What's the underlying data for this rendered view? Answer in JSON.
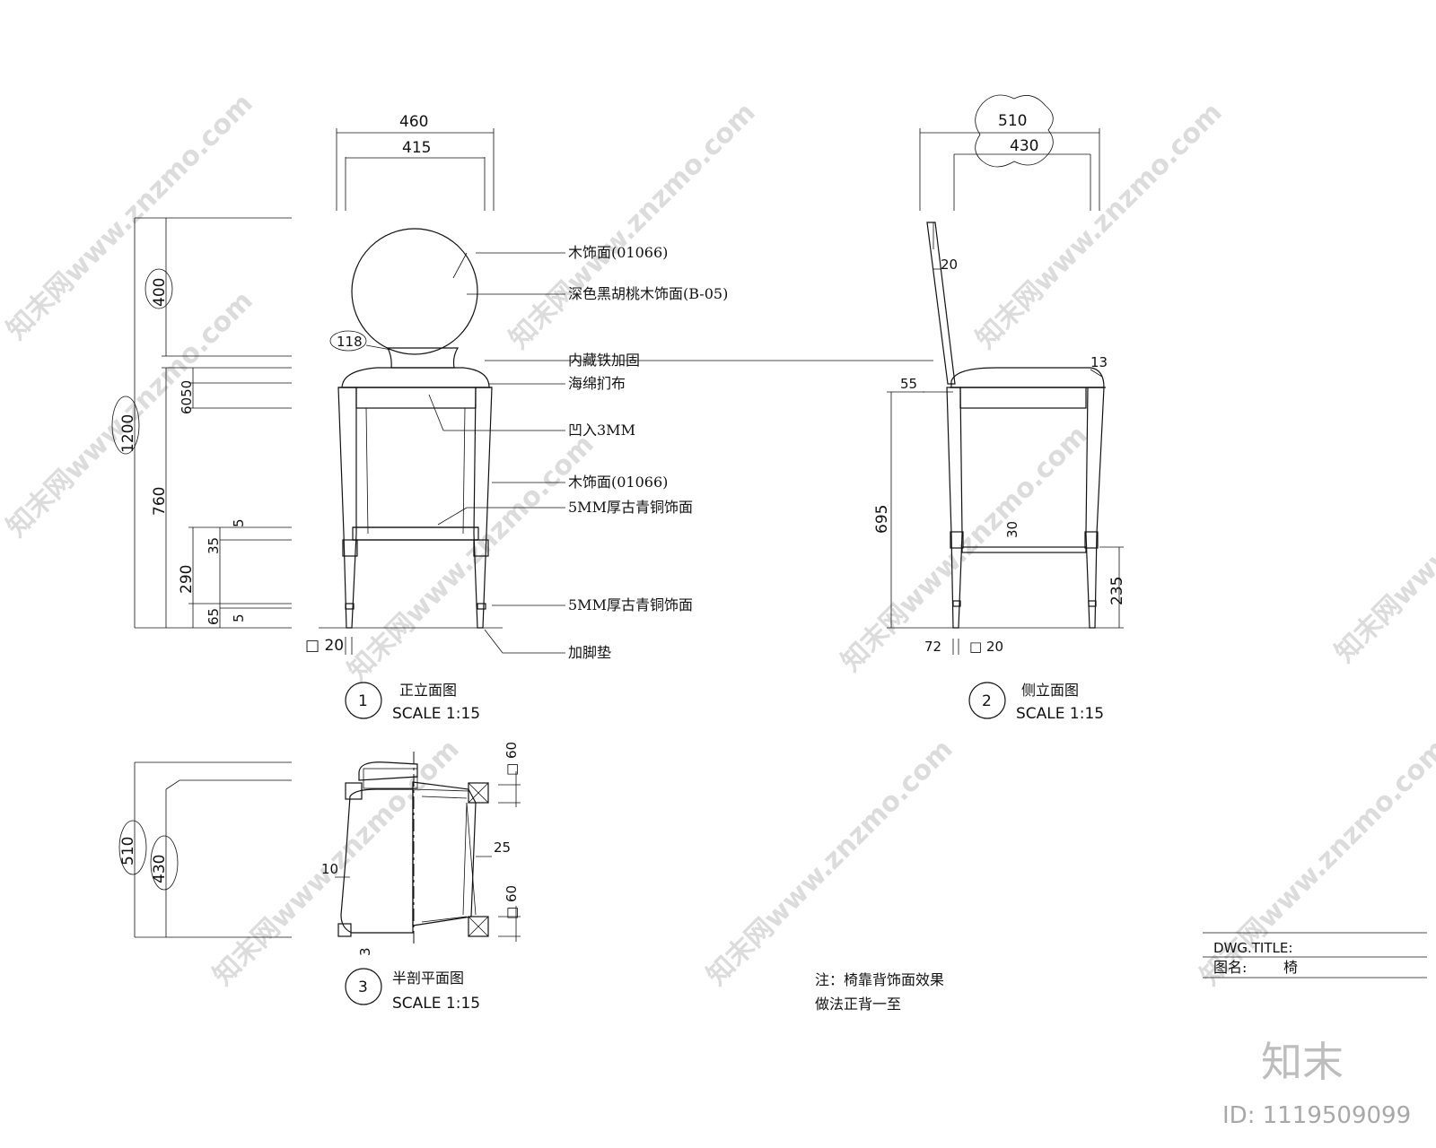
{
  "front_view": {
    "dim_outer_width": "460",
    "dim_inner_width": "415",
    "dim_total_height": "1200",
    "dim_back_height": "400",
    "dim_seat_height": "760",
    "dim_seat_layers": "6050",
    "dim_ring_upper": "5",
    "dim_ring_upper_gap": "35",
    "dim_stretcher_height": "290",
    "dim_ring_lower": "5",
    "dim_ring_lower_gap": "65",
    "dim_neck": "118",
    "dim_foot": "□ 20",
    "callouts": [
      "木饰面(01066)",
      "深色黑胡桃木饰面(B-05)",
      "内藏铁加固",
      "海绵扪布",
      "凹入3MM",
      "木饰面(01066)",
      "5MM厚古青铜饰面",
      "5MM厚古青铜饰面",
      "加脚垫"
    ],
    "number": "1",
    "title": "正立面图",
    "scale": "SCALE  1:15"
  },
  "side_view": {
    "dim_outer_width": "510",
    "dim_inner_width": "430",
    "dim_back_thick": "20",
    "dim_cushion": "13",
    "dim_seat_front": "55",
    "dim_leg_height": "695",
    "dim_stretcher": "30",
    "dim_stretcher_height": "235",
    "dim_foot": "72",
    "dim_foot_sq": "□ 20",
    "number": "2",
    "title": "侧立面图",
    "scale": "SCALE  1:15"
  },
  "plan_view": {
    "dim_depth_outer": "510",
    "dim_depth_inner": "430",
    "dim_leg_top": "□ 60",
    "dim_leg_bottom": "□ 60",
    "dim_rail": "25",
    "dim_side": "10",
    "dim_bottom": "3",
    "number": "3",
    "title": "半剖平面图",
    "scale": "SCALE  1:15"
  },
  "note": {
    "line1": "注：椅靠背饰面效果",
    "line2": "做法正背一至"
  },
  "title_block": {
    "label1": "DWG.TITLE:",
    "label2": "图名:",
    "value2": "椅"
  },
  "watermark": {
    "text": "知末网www.znzmo.com",
    "brand": "知末",
    "id": "ID: 1119509099"
  },
  "colors": {
    "line": "#111111",
    "watermark": "#dcdcdc"
  }
}
